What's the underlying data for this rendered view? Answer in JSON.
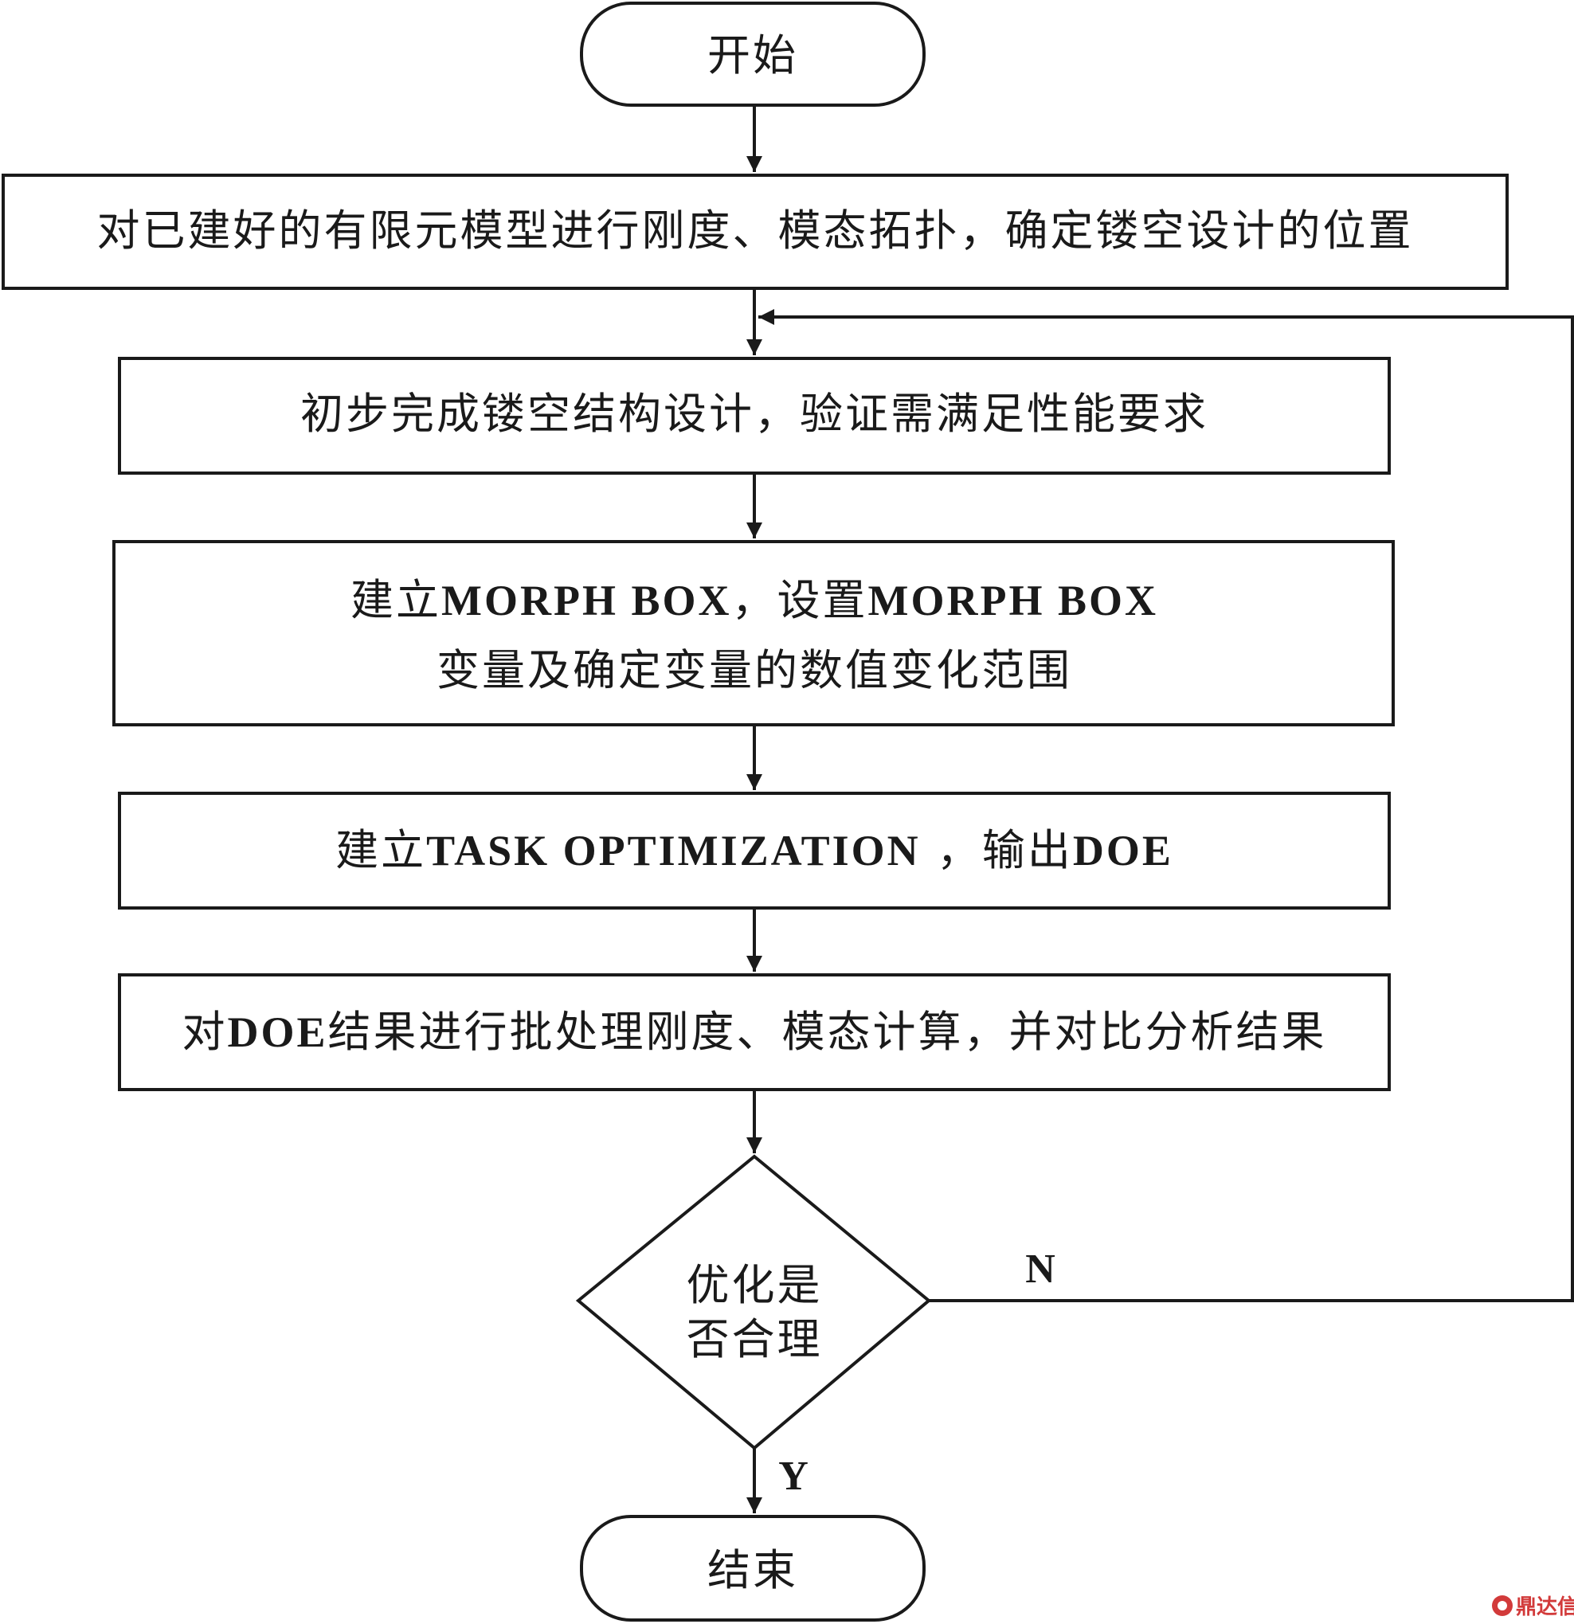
{
  "flowchart": {
    "start": {
      "label": "开始"
    },
    "step1": {
      "label": "对已建好的有限元模型进行刚度、模态拓扑，确定镂空设计的位置"
    },
    "step2": {
      "label": "初步完成镂空结构设计，验证需满足性能要求"
    },
    "step3": {
      "line1_prefix": "建立",
      "line1_term1": "MORPH BOX",
      "line1_mid": "，设置",
      "line1_term2": "MORPH BOX",
      "line2": "变量及确定变量的数值变化范围"
    },
    "step4": {
      "prefix": "建立",
      "term1": "TASK OPTIMIZATION",
      "mid": " ，输出",
      "term2": "DOE"
    },
    "step5": {
      "prefix": "对",
      "term": "DOE",
      "suffix": "结果进行批处理刚度、模态计算，并对比分析结果"
    },
    "decision": {
      "line1": "优化是",
      "line2": "否合理"
    },
    "edge_no": "N",
    "edge_yes": "Y",
    "end": {
      "label": "结束"
    }
  },
  "watermark": {
    "text": "鼎达信"
  }
}
